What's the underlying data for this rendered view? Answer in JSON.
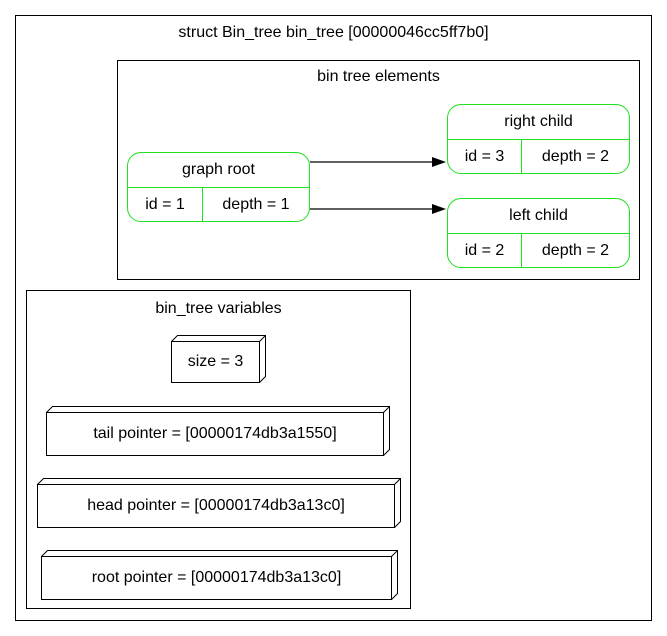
{
  "struct": {
    "title": "struct Bin_tree bin_tree [00000046cc5ff7b0]"
  },
  "elements": {
    "title": "bin tree elements",
    "root": {
      "label": "graph root",
      "id": "id = 1",
      "depth": "depth = 1"
    },
    "right": {
      "label": "right child",
      "id": "id = 3",
      "depth": "depth = 2"
    },
    "left": {
      "label": "left child",
      "id": "id = 2",
      "depth": "depth = 2"
    }
  },
  "variables": {
    "title": "bin_tree variables",
    "size": "size = 3",
    "tail": "tail pointer = [00000174db3a1550]",
    "head": "head pointer = [00000174db3a13c0]",
    "root": "root pointer = [00000174db3a13c0]"
  },
  "colors": {
    "node_border": "#1ee01e",
    "line": "#000000"
  }
}
